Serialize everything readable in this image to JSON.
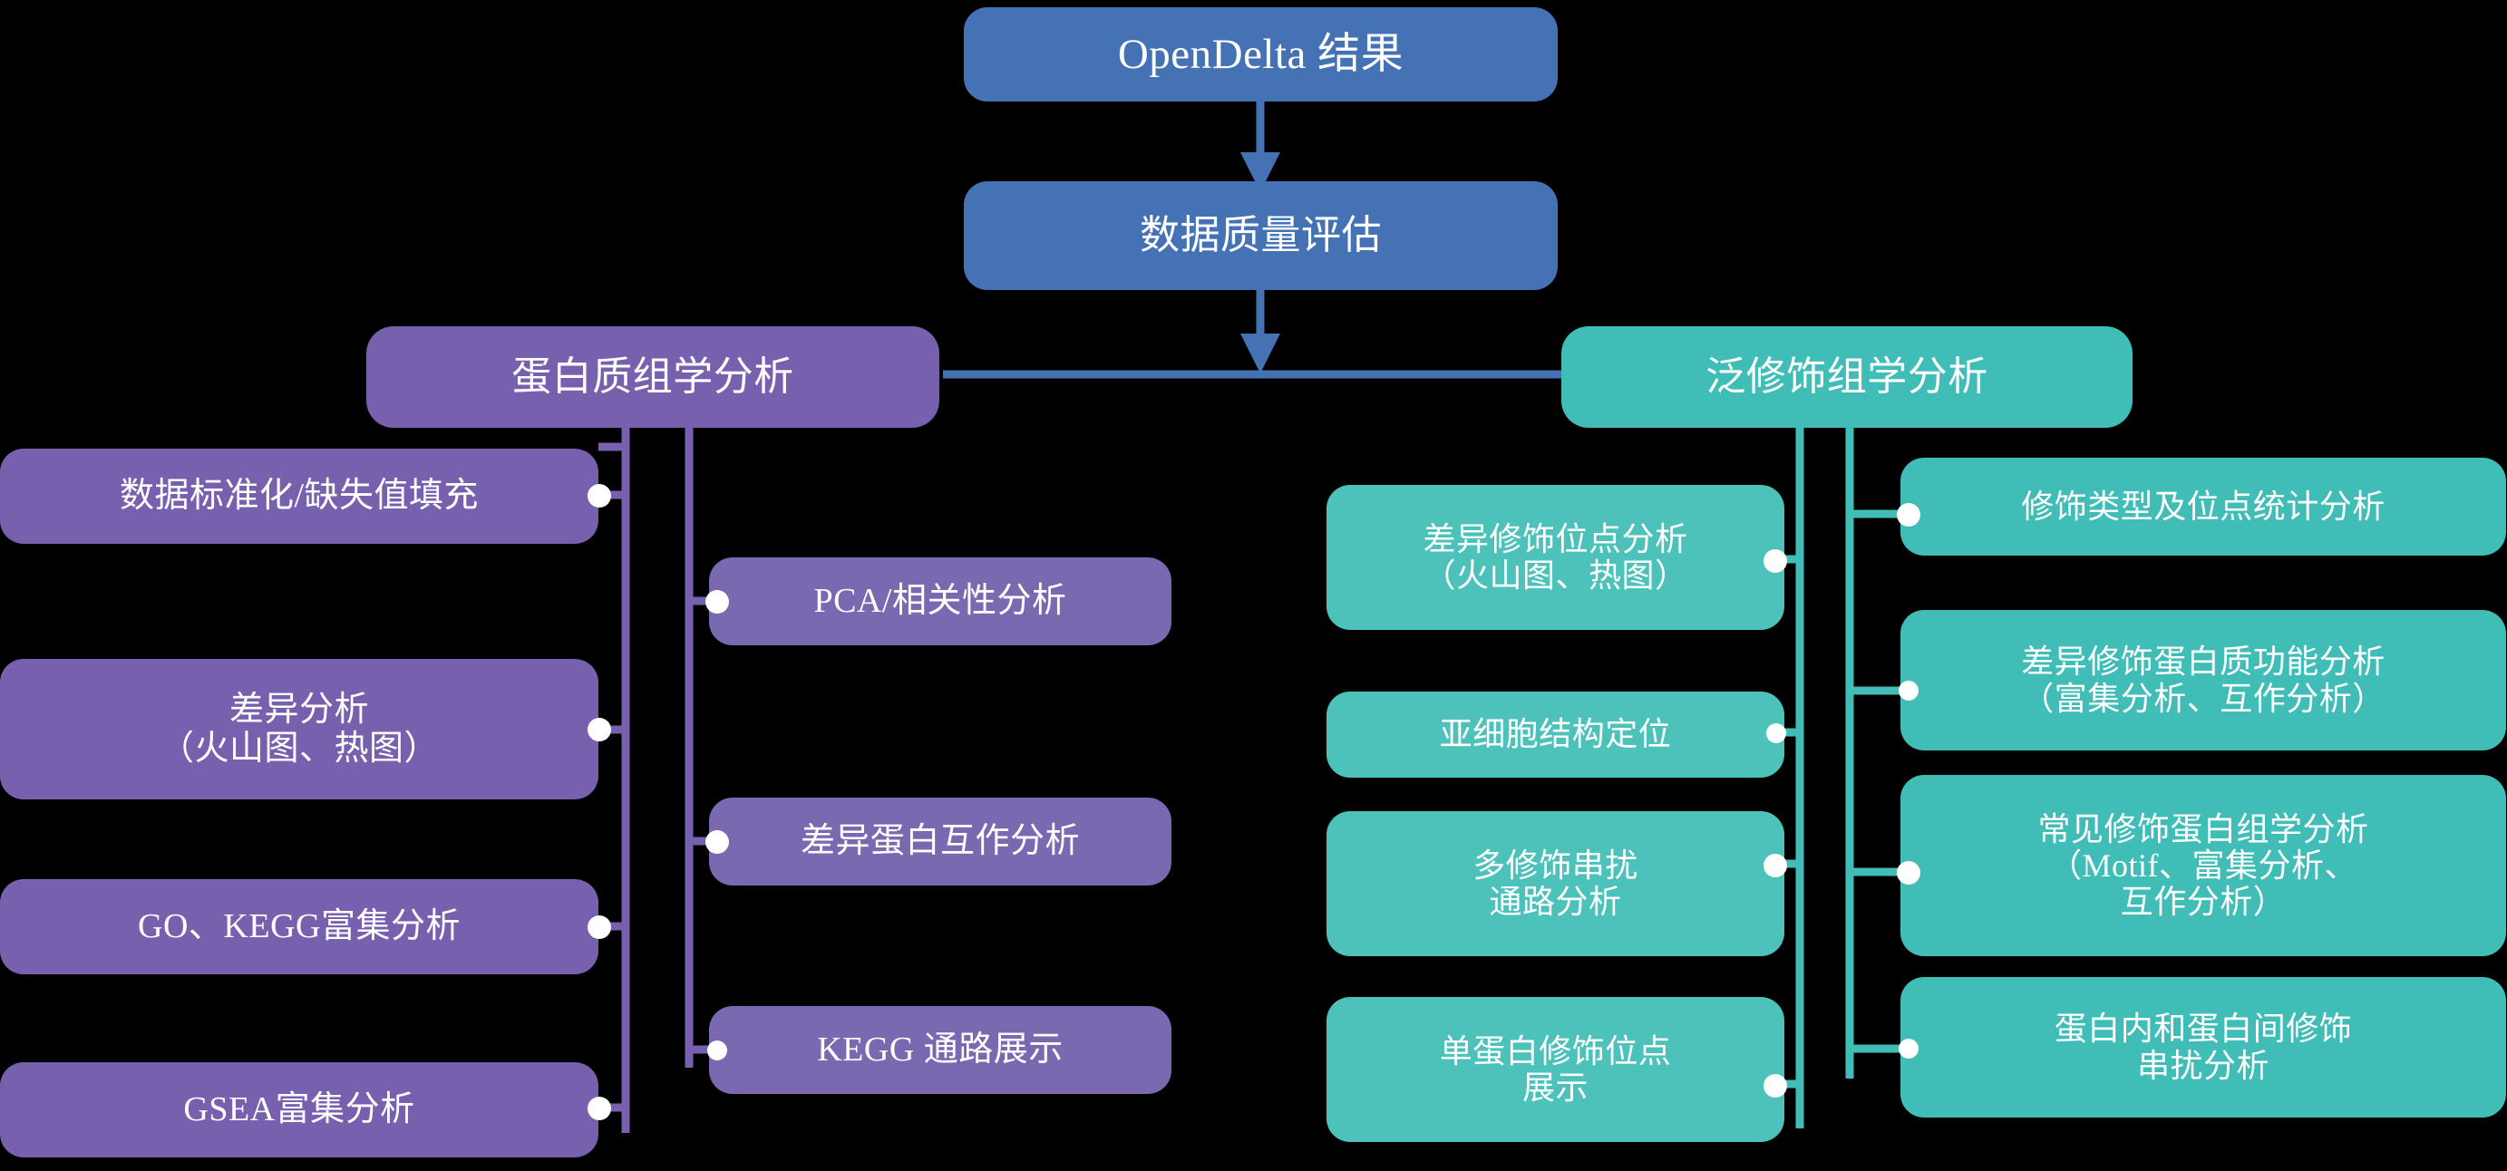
{
  "diagram": {
    "title": "OpenDelta 结果",
    "colors": {
      "blue": "#4472b4",
      "purple_dark": "#7760ae",
      "purple_mid": "#7a68b0",
      "teal": "#3fbdb6",
      "teal_light": "#4cc2ba",
      "background": "#000000",
      "text": "#ffffff"
    },
    "root": {
      "label": "OpenDelta 结果"
    },
    "qc": {
      "label": "数据质量评估"
    },
    "branches": {
      "proteomics": {
        "header": "蛋白质组学分析",
        "left_items": [
          {
            "label": "数据标准化/缺失值填充"
          },
          {
            "label": "差异分析\n（火山图、热图）"
          },
          {
            "label": "GO、KEGG富集分析"
          },
          {
            "label": "GSEA富集分析"
          }
        ],
        "right_items": [
          {
            "label": "PCA/相关性分析"
          },
          {
            "label": "差异蛋白互作分析"
          },
          {
            "label": "KEGG 通路展示"
          }
        ]
      },
      "modifomics": {
        "header": "泛修饰组学分析",
        "left_items": [
          {
            "label": "差异修饰位点分析\n（火山图、热图）"
          },
          {
            "label": "亚细胞结构定位"
          },
          {
            "label": "多修饰串扰\n通路分析"
          },
          {
            "label": "单蛋白修饰位点\n展示"
          }
        ],
        "right_items": [
          {
            "label": "修饰类型及位点统计分析"
          },
          {
            "label": "差异修饰蛋白质功能分析\n（富集分析、互作分析）"
          },
          {
            "label": "常见修饰蛋白组学分析\n（Motif、富集分析、\n互作分析）"
          },
          {
            "label": "蛋白内和蛋白间修饰\n串扰分析"
          }
        ]
      }
    }
  }
}
